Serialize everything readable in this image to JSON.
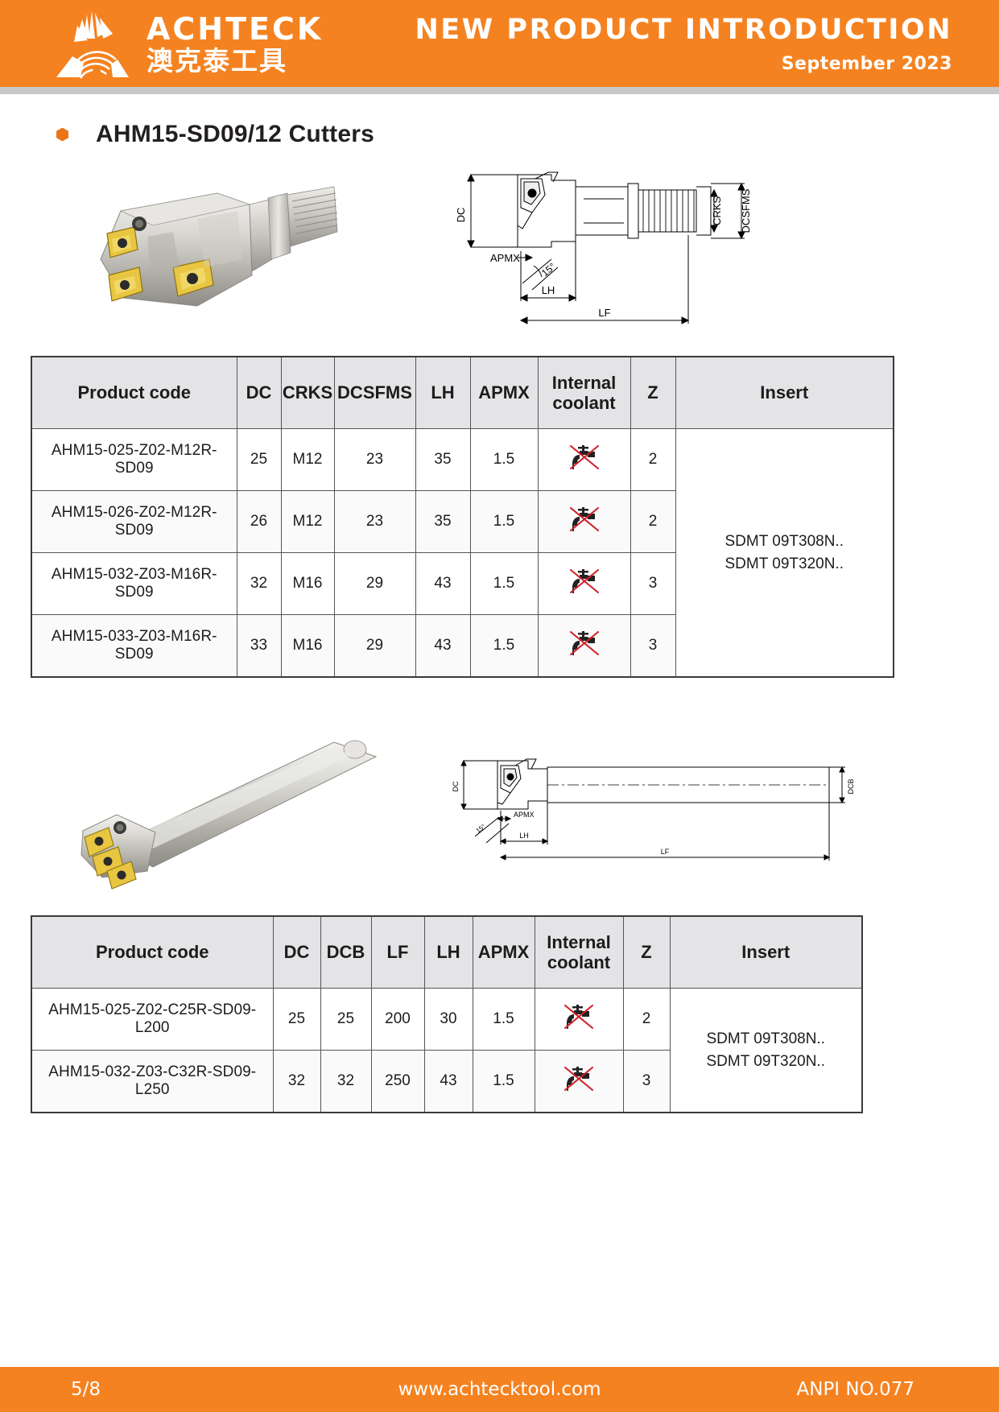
{
  "header": {
    "brand_name": "ACHTECK",
    "brand_name_cn": "澳克泰工具",
    "title": "NEW PRODUCT  INTRODUCTION",
    "date": "September 2023",
    "accent_color": "#F58220"
  },
  "section": {
    "title": "AHM15-SD09/12 Cutters",
    "bullet_color": "#E8751A"
  },
  "figures": {
    "top": {
      "photo_alt": "shell-mill-cutter-photo",
      "drawing_alt": "screw-in-cutter-dimension-drawing",
      "dimension_labels": [
        "DC",
        "CRKS",
        "DCSFMS",
        "APMX",
        "15°",
        "LH",
        "LF"
      ]
    },
    "bottom": {
      "photo_alt": "cylindrical-shank-endmill-photo",
      "drawing_alt": "cylindrical-shank-dimension-drawing",
      "dimension_labels": [
        "DC",
        "DCB",
        "APMX",
        "15°",
        "LH",
        "LF"
      ]
    }
  },
  "table1": {
    "columns": [
      "Product code",
      "DC",
      "CRKS",
      "DCSFMS",
      "LH",
      "APMX",
      "Internal coolant",
      "Z",
      "Insert"
    ],
    "internal_coolant_header_line1": "Internal",
    "internal_coolant_header_line2": "coolant",
    "rows": [
      {
        "code": "AHM15-025-Z02-M12R-SD09",
        "dc": "25",
        "crks": "M12",
        "dcsfms": "23",
        "lh": "35",
        "apmx": "1.5",
        "coolant": "no-internal-coolant",
        "z": "2"
      },
      {
        "code": "AHM15-026-Z02-M12R-SD09",
        "dc": "26",
        "crks": "M12",
        "dcsfms": "23",
        "lh": "35",
        "apmx": "1.5",
        "coolant": "no-internal-coolant",
        "z": "2"
      },
      {
        "code": "AHM15-032-Z03-M16R-SD09",
        "dc": "32",
        "crks": "M16",
        "dcsfms": "29",
        "lh": "43",
        "apmx": "1.5",
        "coolant": "no-internal-coolant",
        "z": "3"
      },
      {
        "code": "AHM15-033-Z03-M16R-SD09",
        "dc": "33",
        "crks": "M16",
        "dcsfms": "29",
        "lh": "43",
        "apmx": "1.5",
        "coolant": "no-internal-coolant",
        "z": "3"
      }
    ],
    "insert_line1": "SDMT 09T308N..",
    "insert_line2": "SDMT 09T320N.."
  },
  "table2": {
    "columns": [
      "Product code",
      "DC",
      "DCB",
      "LF",
      "LH",
      "APMX",
      "Internal coolant",
      "Z",
      "Insert"
    ],
    "internal_coolant_header_line1": "Internal",
    "internal_coolant_header_line2": "coolant",
    "rows": [
      {
        "code": "AHM15-025-Z02-C25R-SD09-L200",
        "dc": "25",
        "dcb": "25",
        "lf": "200",
        "lh": "30",
        "apmx": "1.5",
        "coolant": "no-internal-coolant",
        "z": "2"
      },
      {
        "code": "AHM15-032-Z03-C32R-SD09-L250",
        "dc": "32",
        "dcb": "32",
        "lf": "250",
        "lh": "43",
        "apmx": "1.5",
        "coolant": "no-internal-coolant",
        "z": "3"
      }
    ],
    "insert_line1": "SDMT 09T308N..",
    "insert_line2": "SDMT 09T320N.."
  },
  "footer": {
    "page": "5/8",
    "url": "www.achtecktool.com",
    "doc_code": "ANPI NO.077"
  }
}
